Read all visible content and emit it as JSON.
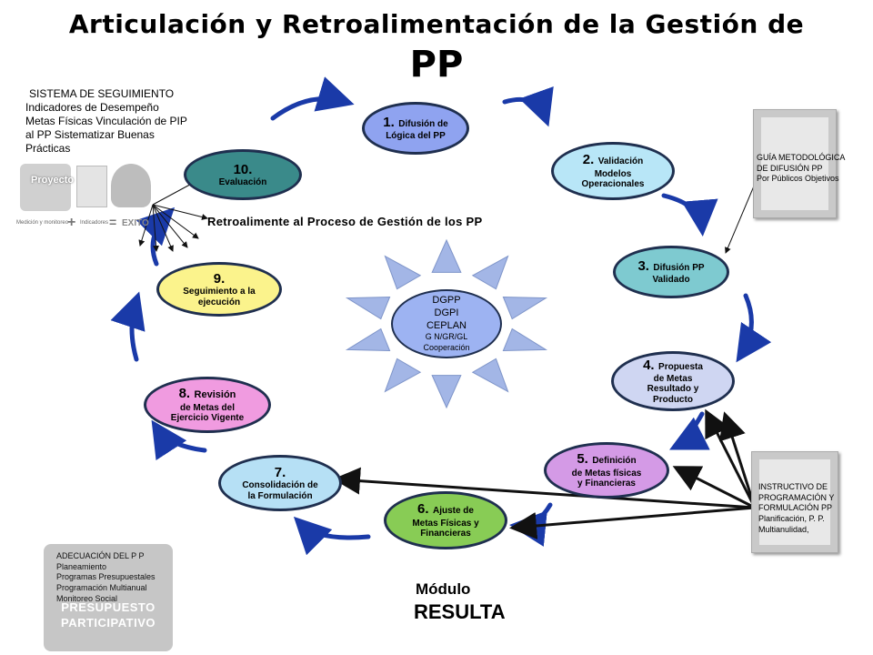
{
  "title": {
    "line1": "Articulación y Retroalimentación de la Gestión de",
    "line2": "PP"
  },
  "nodes": [
    {
      "number": "1.",
      "lines": [
        "Difusión de",
        "Lógica del PP"
      ],
      "color": "#8fa3f0"
    },
    {
      "number": "2.",
      "lines": [
        "Validación",
        "Modelos",
        "Operacionales"
      ],
      "color": "#b8e6f7"
    },
    {
      "number": "3.",
      "lines": [
        "Difusión PP",
        "Validado"
      ],
      "color": "#7ecad0"
    },
    {
      "number": "4.",
      "lines": [
        "Propuesta",
        "de Metas",
        "Resultado y",
        "Producto"
      ],
      "color": "#cfd6f2"
    },
    {
      "number": "5.",
      "lines": [
        "Definición",
        "de Metas físicas",
        "y Financieras"
      ],
      "color": "#d49ae6"
    },
    {
      "number": "6.",
      "lines": [
        "Ajuste de",
        "Metas Físicas y",
        "Financieras"
      ],
      "color": "#88cc55"
    },
    {
      "number": "7.",
      "lines": [
        "Consolidación de",
        "la Formulación"
      ],
      "color": "#b6e0f5"
    },
    {
      "number": "8.",
      "lines": [
        "Revisión",
        "de Metas del",
        "Ejercicio Vigente"
      ],
      "color": "#f09be0"
    },
    {
      "number": "9.",
      "lines": [
        "Seguimiento a la",
        "ejecución"
      ],
      "color": "#fbf38c"
    },
    {
      "number": "10.",
      "lines": [
        "Evaluación"
      ],
      "color": "#3a8a8a"
    }
  ],
  "center": {
    "lines": [
      "DGPP",
      "DGPI",
      "CEPLAN",
      "G N/GR/GL",
      "Cooperación"
    ],
    "color": "#9db3f2"
  },
  "seguimiento_note": [
    "SISTEMA DE SEGUIMIENTO",
    "Indicadores de Desempeño",
    "Metas Físicas Vinculación de PIP",
    "al PP Sistematizar Buenas",
    "Prácticas"
  ],
  "retro_label": "Retroalimente   al Proceso de Gestión de los PP",
  "image_labels": {
    "proyecto": "Proyecto",
    "medicion": "Medición y monitoreo",
    "indicadores": "Indicadores",
    "exito": "EXITO",
    "plus": "+",
    "equals": "="
  },
  "guia_note": [
    "GUÍA METODOLÓGICA",
    "DE DIFUSIÓN  PP",
    "Por Públicos Objetivos"
  ],
  "instructivo_note": [
    "INSTRUCTIVO DE",
    "PROGRAMACIÓN Y",
    "FORMULACIÓN PP",
    "Planificación, P. P.",
    "Multianulidad,"
  ],
  "adecuacion_note": [
    "ADECUACIÓN DEL  P P",
    "Planeamiento",
    "Programas Presupuestales",
    "Programación Multianual",
    "Monitoreo Social"
  ],
  "presupuesto_logo": [
    "PRESUPUESTO",
    "PARTICIPATIVO"
  ],
  "modulo": "Módulo",
  "resulta": "RESULTA",
  "colors": {
    "arrow": "#1a3aa8",
    "dark_border": "#1f2f4f",
    "sun": "#a3b6e6"
  }
}
